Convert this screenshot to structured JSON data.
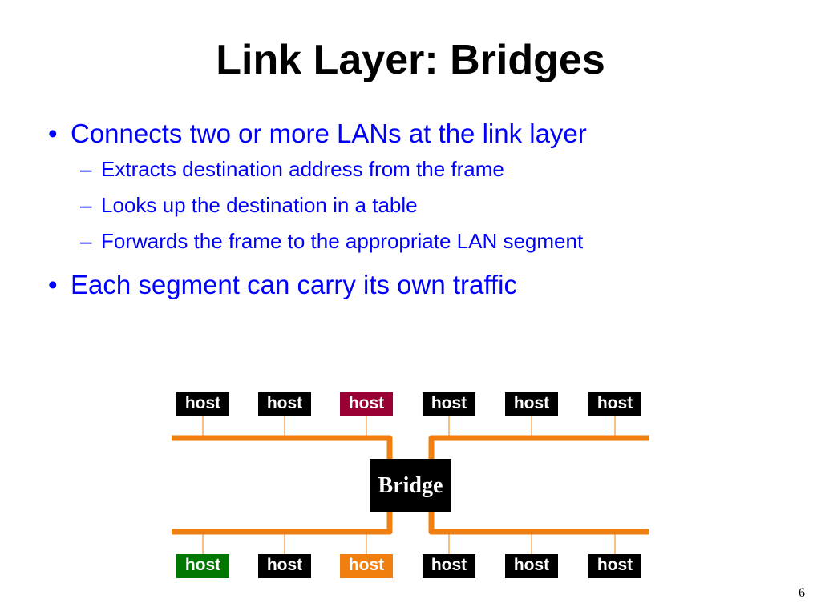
{
  "slide": {
    "title": "Link Layer: Bridges",
    "page_number": "6"
  },
  "bullets": [
    {
      "text": "Connects two or more LANs at the link layer",
      "subitems": [
        "Extracts destination address from the frame",
        "Looks up the destination in a table",
        "Forwards the frame to the appropriate LAN segment"
      ]
    },
    {
      "text": "Each segment can carry its own traffic",
      "subitems": []
    }
  ],
  "marks": {
    "bullet": "•",
    "dash": "–"
  },
  "diagram": {
    "bridge_label": "Bridge",
    "top_hosts": [
      {
        "label": "host",
        "color": "#000000"
      },
      {
        "label": "host",
        "color": "#000000"
      },
      {
        "label": "host",
        "color": "#990033"
      },
      {
        "label": "host",
        "color": "#000000"
      },
      {
        "label": "host",
        "color": "#000000"
      },
      {
        "label": "host",
        "color": "#000000"
      }
    ],
    "bottom_hosts": [
      {
        "label": "host",
        "color": "#007700"
      },
      {
        "label": "host",
        "color": "#000000"
      },
      {
        "label": "host",
        "color": "#f07f0f"
      },
      {
        "label": "host",
        "color": "#000000"
      },
      {
        "label": "host",
        "color": "#000000"
      },
      {
        "label": "host",
        "color": "#000000"
      }
    ],
    "segment_color": "#f07f0f"
  },
  "colors": {
    "bullet_text": "#0000ff",
    "title_text": "#000000"
  }
}
